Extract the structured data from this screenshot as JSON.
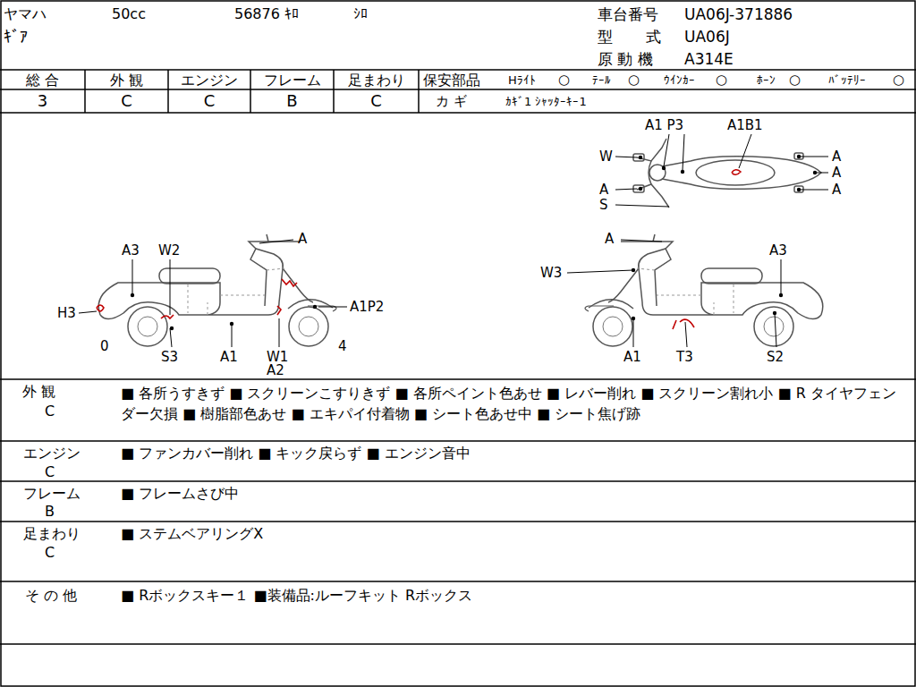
{
  "diagram": {
    "labels": [
      "ヤマハ",
      "50cc",
      "56876 ｷﾛ",
      "ｼﾛ",
      "ｷﾞｱ",
      "車台番号",
      "UA06J-371886",
      "型",
      "式",
      "UA06J",
      "原 動 機",
      "A314E",
      "総 合",
      "外 観",
      "エンジン",
      "フレーム",
      "足まわり",
      "3",
      "C",
      "C",
      "B",
      "C",
      "保安部品",
      "Hﾗｲﾄ",
      "○",
      "ﾃｰﾙ",
      "○",
      "ｳｲﾝｶｰ",
      "○",
      "ﾎｰﾝ",
      "○",
      "ﾊﾞｯﾃﾘｰ",
      "○",
      "カ ギ",
      "ｶｷﾞ1 ｼｬｯﾀｰｷｰ1",
      "A1 P3",
      "A1B1",
      "W",
      "A",
      "S",
      "A",
      "A",
      "A",
      "A3",
      "W2",
      "A",
      "H3",
      "A1P2",
      "0",
      "S3",
      "A1",
      "W1",
      "A2",
      "4",
      "A",
      "W3",
      "A3",
      "A1",
      "T3",
      "S2",
      "外 観",
      "C",
      "■ 各所うすきず ■ スクリーンこすりきず ■ 各所ペイント色あせ ■ レバー削れ ■ スクリーン割れ小 ■ R タイヤフェンダー欠損 ■ 樹脂部色あせ ■ エキパイ付着物 ■ シート色あせ中 ■ シート焦げ跡",
      "エンジン",
      "C",
      "■ ファンカバー削れ ■ キック戻らず ■ エンジン音中",
      "フレーム",
      "B",
      "■ フレームさび中",
      "足まわり",
      "C",
      "■ ステムベアリングX",
      "そ の 他",
      "■ Rボックスキー１ ■装備品:ルーフキット Rボックス"
    ]
  }
}
